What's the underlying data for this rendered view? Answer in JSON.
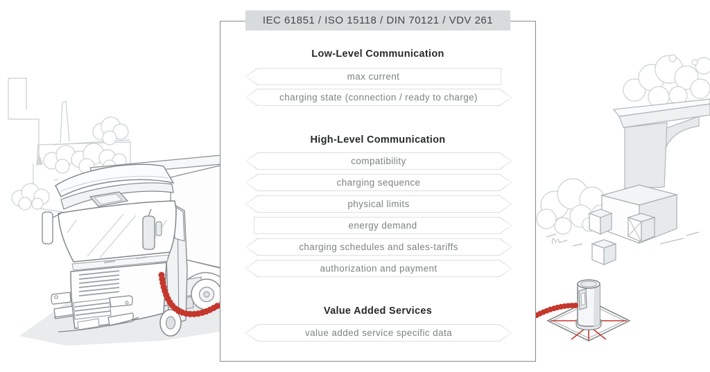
{
  "panel": {
    "header_label": "IEC 61851 / ISO 15118 / DIN 70121 / VDV 261",
    "sections": [
      {
        "title": "Low-Level Communication",
        "items": [
          {
            "label": "max current",
            "direction": "left"
          },
          {
            "label": "charging state (connection / ready to charge)",
            "direction": "both"
          }
        ]
      },
      {
        "title": "High-Level Communication",
        "items": [
          {
            "label": "compatibility",
            "direction": "both"
          },
          {
            "label": "charging sequence",
            "direction": "both"
          },
          {
            "label": "physical limits",
            "direction": "both"
          },
          {
            "label": "energy demand",
            "direction": "right"
          },
          {
            "label": "charging schedules and sales-tariffs",
            "direction": "both"
          },
          {
            "label": "authorization and payment",
            "direction": "both"
          }
        ]
      },
      {
        "title": "Value Added Services",
        "items": [
          {
            "label": "value added service specific data",
            "direction": "both"
          }
        ]
      }
    ]
  },
  "illustration": {
    "left_object": "electric-truck",
    "right_object": "charging-station-bollard",
    "cable": "red-coiled-charging-cable"
  },
  "colors": {
    "accent_red": "#c5372c",
    "header_bg": "#d8dbdc",
    "panel_border": "#85898c",
    "box_border": "#dcdfe0",
    "box_text": "#7d8284",
    "heading_text": "#27292b"
  }
}
